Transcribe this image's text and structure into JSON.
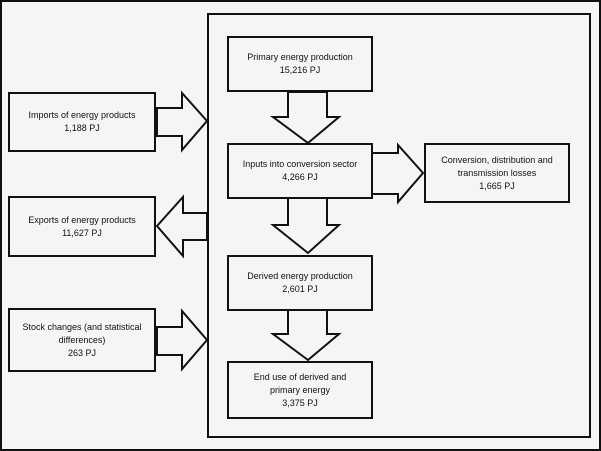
{
  "colors": {
    "background": "#f5f5f5",
    "line": "#111111",
    "text": "#111111"
  },
  "boxes": {
    "imports": {
      "line1": "Imports of energy products",
      "value": "1,188 PJ"
    },
    "exports": {
      "line1": "Exports of energy products",
      "value": "11,627 PJ"
    },
    "stock_changes": {
      "line1": "Stock changes (and statistical",
      "line2": "differences)",
      "value": "263 PJ"
    },
    "primary_production": {
      "line1": "Primary energy production",
      "value": "15,216 PJ"
    },
    "conversion_inputs": {
      "line1": "Inputs into conversion sector",
      "value": "4,266 PJ"
    },
    "conversion_losses": {
      "line1": "Conversion, distribution and",
      "line2": "transmission losses",
      "value": "1,665 PJ"
    },
    "derived_production": {
      "line1": "Derived energy production",
      "value": "2,601 PJ"
    },
    "end_use": {
      "line1": "End use of derived and",
      "line2": "primary energy",
      "value": "3,375 PJ"
    }
  },
  "arrows": [
    {
      "name": "imports-inflow-arrow",
      "from": "imports",
      "to": "conversion-sector-frame",
      "direction": "right"
    },
    {
      "name": "exports-outflow-arrow",
      "from": "conversion-sector-frame",
      "to": "exports",
      "direction": "left"
    },
    {
      "name": "stock-changes-inflow-arrow",
      "from": "stock_changes",
      "to": "conversion-sector-frame",
      "direction": "right"
    },
    {
      "name": "primary-to-inputs-arrow",
      "from": "primary_production",
      "to": "conversion_inputs",
      "direction": "down"
    },
    {
      "name": "inputs-to-losses-arrow",
      "from": "conversion_inputs",
      "to": "conversion_losses",
      "direction": "right"
    },
    {
      "name": "inputs-to-derived-arrow",
      "from": "conversion_inputs",
      "to": "derived_production",
      "direction": "down"
    },
    {
      "name": "derived-to-enduse-arrow",
      "from": "derived_production",
      "to": "end_use",
      "direction": "down"
    }
  ]
}
